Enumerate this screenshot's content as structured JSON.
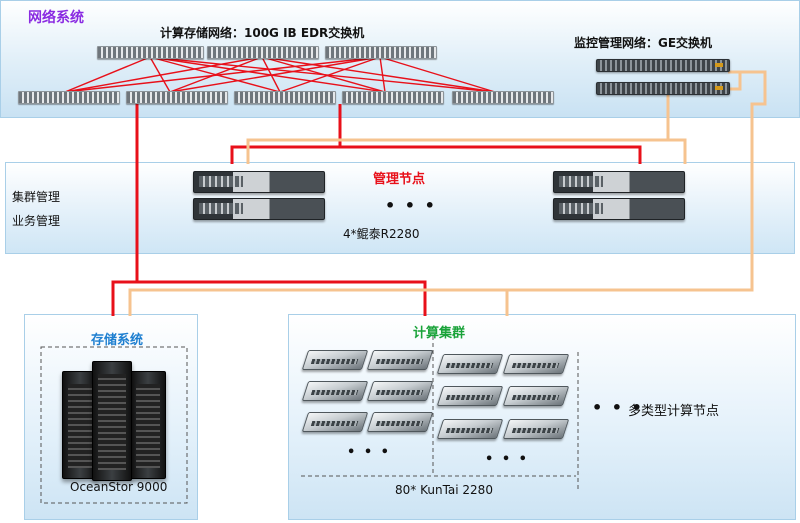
{
  "network": {
    "title": "网络系统",
    "compute_storage_net": "计算存储网络：100G IB EDR交换机",
    "monitor_net": "监控管理网络：GE交换机"
  },
  "management": {
    "left_label_1": "集群管理",
    "left_label_2": "业务管理",
    "title": "管理节点",
    "ellipsis": "• • •",
    "model": "4*鲲泰R2280"
  },
  "storage": {
    "title": "存储系统",
    "model": "OceanStor 9000"
  },
  "compute": {
    "title": "计算集群",
    "model": "80* KunTai 2280",
    "ellipsis_left": "• • •",
    "ellipsis_right": "• • •",
    "side_ellipsis": "• • •",
    "side_label": "多类型计算节点"
  },
  "colors": {
    "ib_link": "#e8101a",
    "ge_link": "#f6c38f",
    "title_purple": "#8a2be2",
    "title_red": "#e8101a",
    "title_blue": "#1e7fd0",
    "title_green": "#1aa33a"
  }
}
